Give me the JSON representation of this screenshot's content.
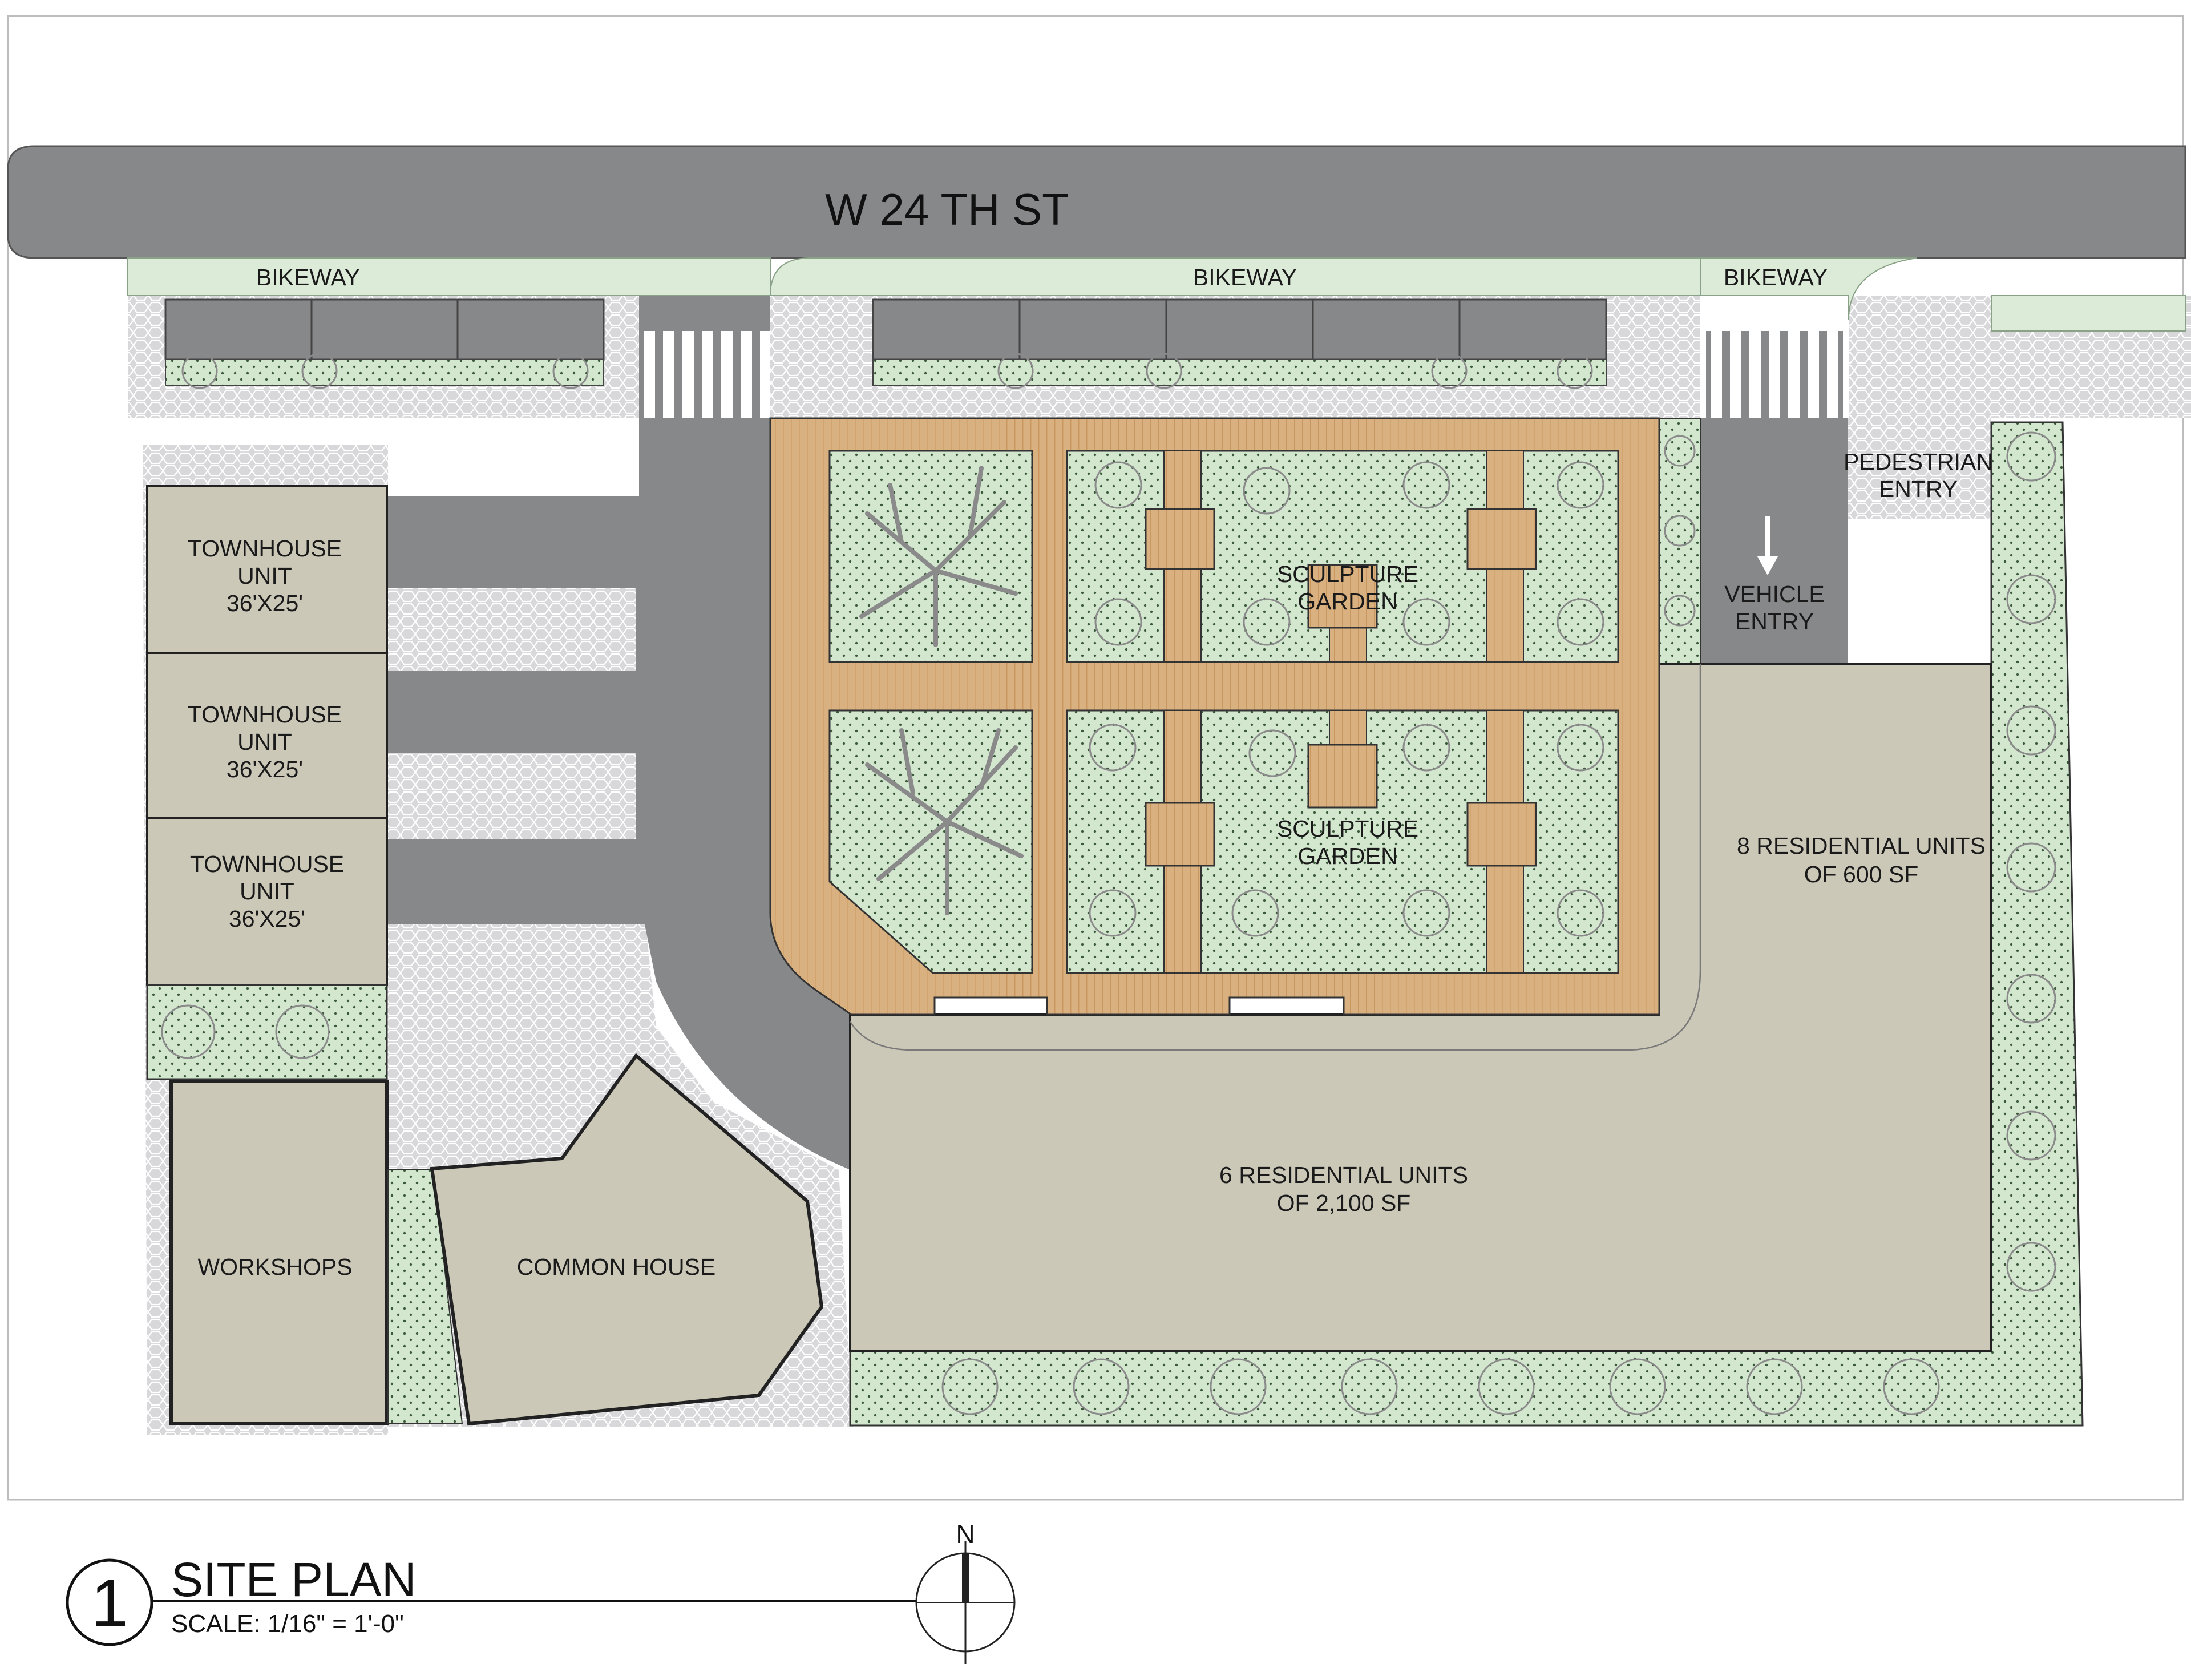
{
  "colors": {
    "road": "#87888a",
    "paving": "#d8d8da",
    "landscape": "#d3e7cf",
    "bikeway": "#dcebd8",
    "wood_deck": "#d9b080",
    "building": "#cbc8b8",
    "outline": "#222222"
  },
  "street": {
    "name": "W 24 TH ST"
  },
  "bikeways": [
    "BIKEWAY",
    "BIKEWAY",
    "BIKEWAY"
  ],
  "buildings": {
    "townhouses": [
      {
        "line1": "TOWNHOUSE",
        "line2": "UNIT",
        "line3": "36'X25'"
      },
      {
        "line1": "TOWNHOUSE",
        "line2": "UNIT",
        "line3": "36'X25'"
      },
      {
        "line1": "TOWNHOUSE",
        "line2": "UNIT",
        "line3": "36'X25'"
      }
    ],
    "workshops": "WORKSHOPS",
    "common_house": "COMMON HOUSE",
    "residential_small": {
      "line1": "8 RESIDENTIAL UNITS",
      "line2": "OF 600 SF"
    },
    "residential_large": {
      "line1": "6 RESIDENTIAL UNITS",
      "line2": "OF 2,100 SF"
    }
  },
  "gardens": [
    {
      "line1": "SCULPTURE",
      "line2": "GARDEN"
    },
    {
      "line1": "SCULPTURE",
      "line2": "GARDEN"
    }
  ],
  "entries": {
    "pedestrian": {
      "line1": "PEDESTRIAN",
      "line2": "ENTRY"
    },
    "vehicle": {
      "line1": "VEHICLE",
      "line2": "ENTRY"
    }
  },
  "title_block": {
    "number": "1",
    "title": "SITE PLAN",
    "scale": "SCALE: 1/16\" = 1'-0\""
  },
  "north_arrow": {
    "label": "N"
  }
}
